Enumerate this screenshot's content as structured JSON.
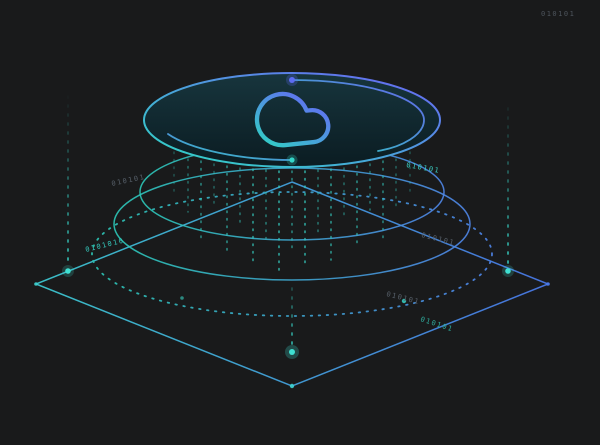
{
  "illustration": {
    "background": "#191a1b",
    "colors": {
      "teal": "#2fd4c2",
      "cyan": "#3ecfd8",
      "blue": "#4f86e8",
      "purple": "#6a63f6",
      "muted_gray": "#57606a"
    },
    "cloud_icon": "cloud-icon",
    "binary_labels": [
      {
        "id": "top-right",
        "text": "010101",
        "color": "#4d545c"
      },
      {
        "id": "right-upper",
        "text": "010101",
        "color": "#3ad0c4"
      },
      {
        "id": "right-middle",
        "text": "010101",
        "color": "#57606a"
      },
      {
        "id": "left-middle",
        "text": "0101010",
        "color": "#35c8bc"
      },
      {
        "id": "left-upper",
        "text": "010101",
        "color": "#57606a"
      },
      {
        "id": "right-lower",
        "text": "010101",
        "color": "#57606a"
      },
      {
        "id": "bottom-right",
        "text": "010101",
        "color": "#2fae9f"
      }
    ]
  }
}
